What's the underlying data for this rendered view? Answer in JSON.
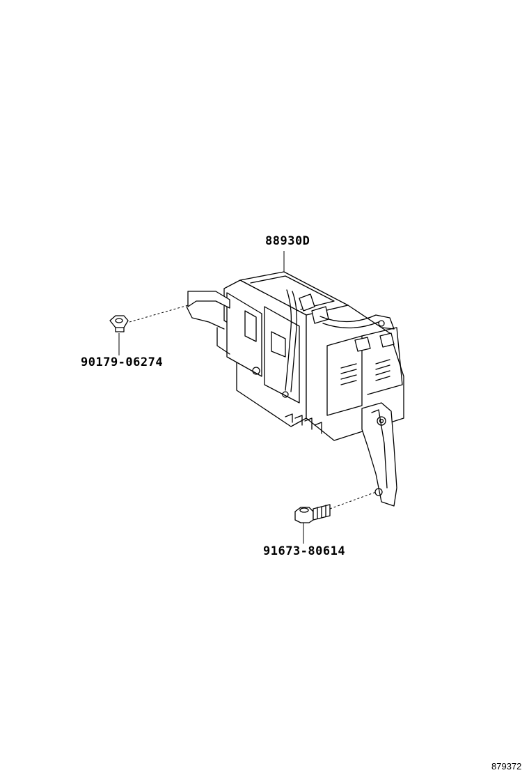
{
  "parts": [
    {
      "part_number": "88930D",
      "name_tag": "main-unit"
    },
    {
      "part_number": "90179-06274",
      "name_tag": "nut"
    },
    {
      "part_number": "91673-80614",
      "name_tag": "bolt"
    }
  ],
  "figure_number": "879372"
}
